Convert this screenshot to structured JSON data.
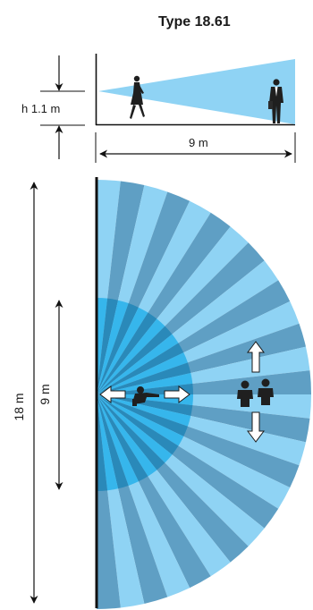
{
  "title": "Type 18.61",
  "side_view": {
    "height_label": "h 1.1 m",
    "range_label": "9 m"
  },
  "top_view": {
    "total_height_label": "18 m",
    "inner_height_label": "9 m"
  },
  "colors": {
    "beam_light": "#8fd3f4",
    "beam_dark": "#5f9fc4",
    "inner_light": "#36b6ec",
    "inner_dark": "#2a89b9",
    "wall": "#111111",
    "figure": "#1f1f1f"
  },
  "icons": [
    "person-walking-icon",
    "person-standing-icon",
    "crawling-person-icon",
    "two-people-icon",
    "arrow-left-icon",
    "arrow-right-icon",
    "arrow-up-icon",
    "arrow-down-icon"
  ]
}
